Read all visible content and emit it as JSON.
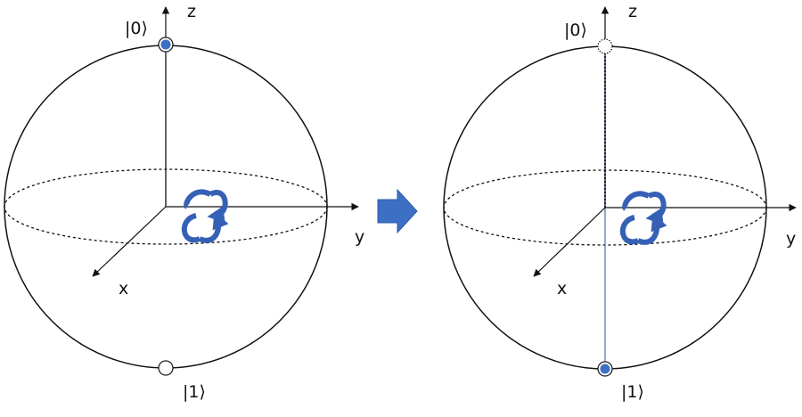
{
  "colors": {
    "outline": "#111111",
    "state_fill": "#3d6fc4",
    "state_ring": "#222222",
    "empty_fill": "#ffffff",
    "dotted_fill": "#ffffff",
    "rotation": "#3560b5",
    "transition_arrow": "#3d6fc4"
  },
  "left_sphere": {
    "axes": {
      "z": "z",
      "y": "y",
      "x": "x"
    },
    "top_state": "|0⟩",
    "bottom_state": "|1⟩",
    "state_at": "top"
  },
  "transition_icon": "right-arrow-icon",
  "right_sphere": {
    "axes": {
      "z": "z",
      "y": "y",
      "x": "x"
    },
    "top_state": "|0⟩",
    "bottom_state": "|1⟩",
    "state_at": "bottom"
  }
}
